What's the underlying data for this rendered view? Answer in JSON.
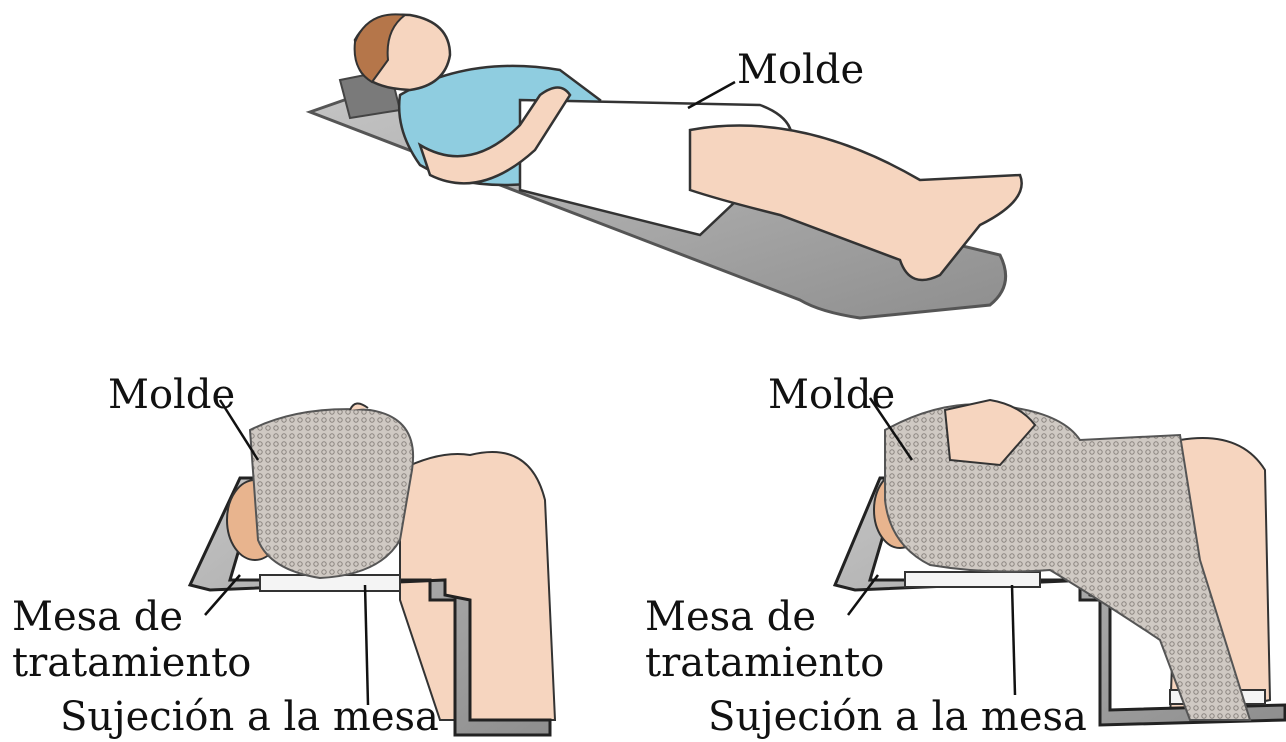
{
  "illustrations": {
    "full_body": {
      "label_molde": "Molde"
    },
    "head_mask": {
      "label_molde": "Molde",
      "label_mesa_line1": "Mesa de",
      "label_mesa_line2": "tratamiento",
      "label_sujecion": "Sujeción a la mesa"
    },
    "head_shoulder_mask": {
      "label_molde": "Molde",
      "label_mesa_line1": "Mesa de",
      "label_mesa_line2": "tratamiento",
      "label_sujecion": "Sujeción a la mesa"
    }
  },
  "colors": {
    "skin": "#f6d5bf",
    "shirt": "#8fcde0",
    "board": "#8c8c8c",
    "mesh": "#c8c2bc",
    "mold_white": "#ffffff"
  }
}
